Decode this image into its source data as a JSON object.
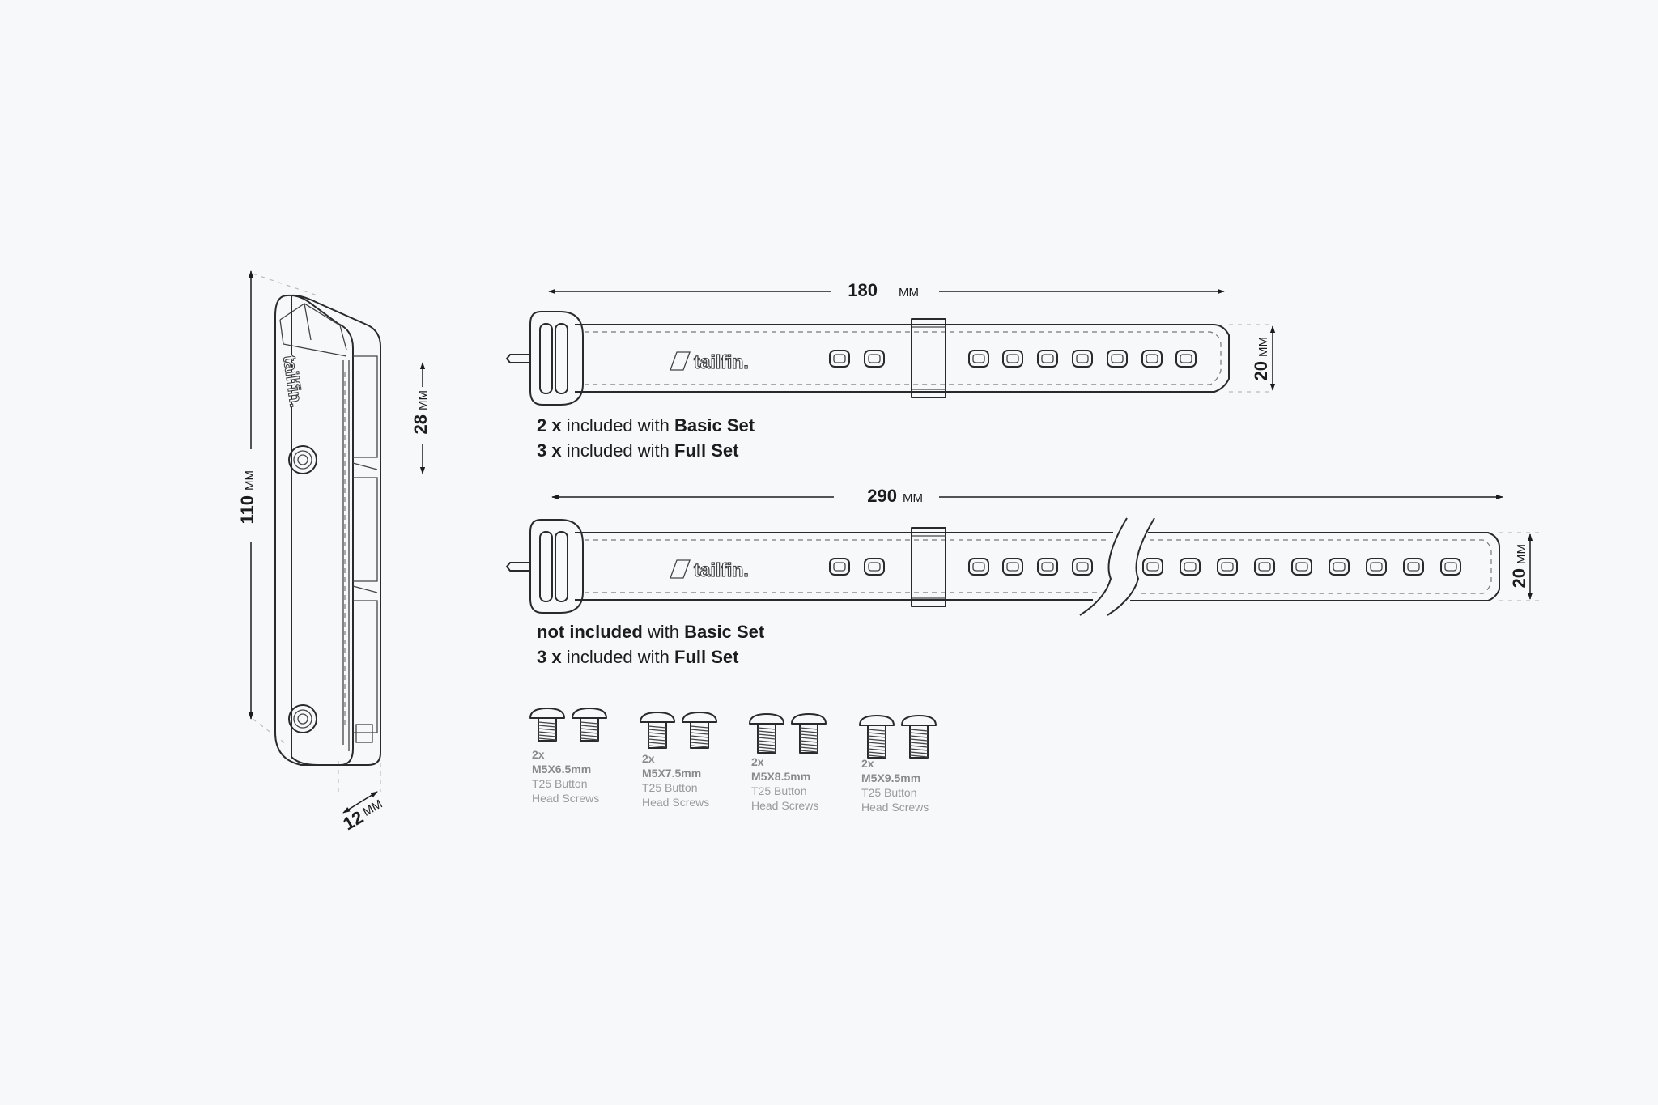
{
  "dimensions": {
    "mount_height": {
      "value": "110",
      "unit": "MM"
    },
    "mount_slot": {
      "value": "28",
      "unit": "MM"
    },
    "mount_depth": {
      "value": "12",
      "unit": "MM"
    },
    "strap_short_length": {
      "value": "180",
      "unit": "MM"
    },
    "strap_short_width": {
      "value": "20",
      "unit": "MM"
    },
    "strap_long_length": {
      "value": "290",
      "unit": "MM"
    },
    "strap_long_width": {
      "value": "20",
      "unit": "MM"
    }
  },
  "brand": {
    "logo_text": "tailfin."
  },
  "strap_short_notes": [
    {
      "qty": "2 x",
      "text": " included with ",
      "set": "Basic Set"
    },
    {
      "qty": "3 x",
      "text": " included with ",
      "set": "Full Set"
    }
  ],
  "strap_long_notes": [
    {
      "qty": "not included",
      "text": " with ",
      "set": "Basic Set"
    },
    {
      "qty": "3 x",
      "text": " included with ",
      "set": "Full Set"
    }
  ],
  "screws": [
    {
      "qty": "2x",
      "size": "M5X6.5mm",
      "type": "T25 Button",
      "head": "Head Screws"
    },
    {
      "qty": "2x",
      "size": "M5X7.5mm",
      "type": "T25 Button",
      "head": "Head Screws"
    },
    {
      "qty": "2x",
      "size": "M5X8.5mm",
      "type": "T25 Button",
      "head": "Head Screws"
    },
    {
      "qty": "2x",
      "size": "M5X9.5mm",
      "type": "T25 Button",
      "head": "Head Screws"
    }
  ],
  "colors": {
    "background": "#f7f8fa",
    "line": "#2a2a2a",
    "caption": "#9a9a9a"
  }
}
